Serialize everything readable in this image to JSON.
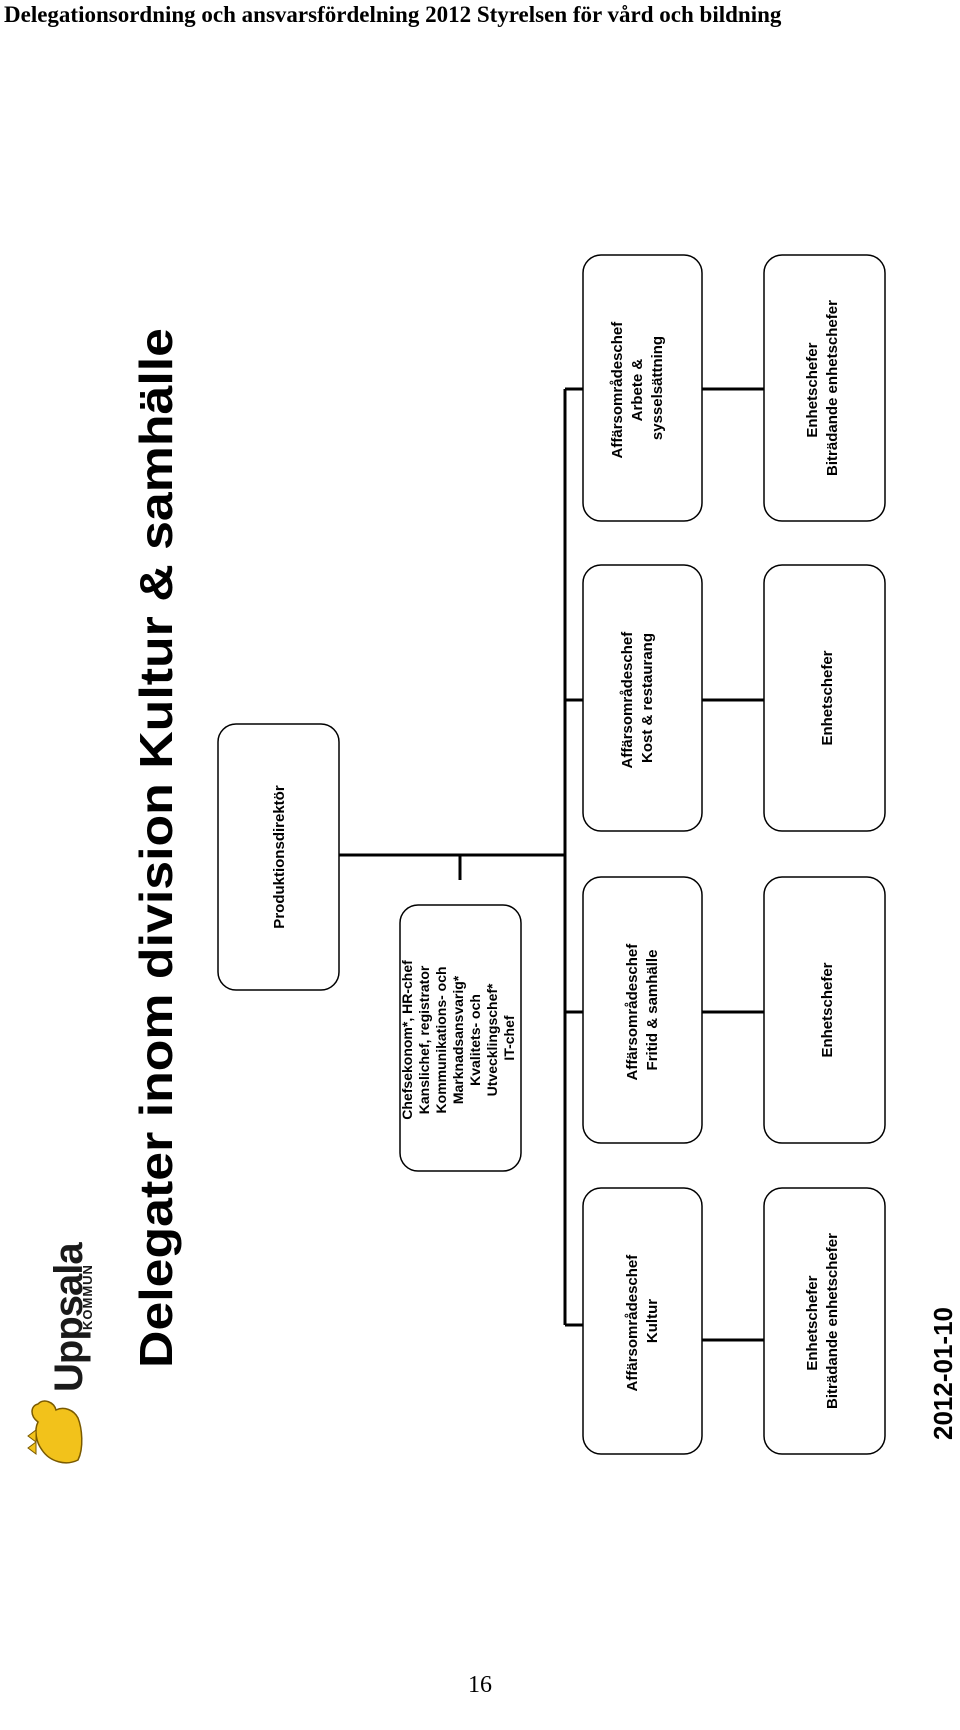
{
  "header": {
    "text": "Delegationsordning och ansvarsfördelning 2012 Styrelsen för vård och bildning"
  },
  "page_number": "16",
  "slide": {
    "title": "Delegater inom division Kultur & samhälle",
    "date": "2012-01-10",
    "logo": {
      "name": "Uppsala",
      "subname": "KOMMUN",
      "brand_color": "#1a1a1a",
      "emblem_color": "#f2c21b"
    }
  },
  "org_chart": {
    "top": {
      "lines": [
        "Produktionsdirektör"
      ]
    },
    "staff": {
      "lines": [
        "Chefsekonom*, HR-chef",
        "Kanslichef, registrator",
        "Kommunikations- och",
        "Marknadsansvarig*",
        "Kvalitets- och",
        "Utvecklingschef*",
        "IT-chef"
      ]
    },
    "branches": [
      {
        "manager": {
          "lines": [
            "Affärsområdeschef",
            "Kultur"
          ]
        },
        "units": {
          "lines": [
            "Enhetschefer",
            "Biträdande enhetschefer"
          ]
        }
      },
      {
        "manager": {
          "lines": [
            "Affärsområdeschef",
            "Fritid & samhälle"
          ]
        },
        "units": {
          "lines": [
            "Enhetschefer"
          ]
        }
      },
      {
        "manager": {
          "lines": [
            "Affärsområdeschef",
            "Kost & restaurang"
          ]
        },
        "units": {
          "lines": [
            "Enhetschefer"
          ]
        }
      },
      {
        "manager": {
          "lines": [
            "Affärsområdeschef",
            "Arbete &",
            "sysselsättning"
          ]
        },
        "units": {
          "lines": [
            "Enhetschefer",
            "Biträdande enhetschefer"
          ]
        }
      }
    ]
  }
}
